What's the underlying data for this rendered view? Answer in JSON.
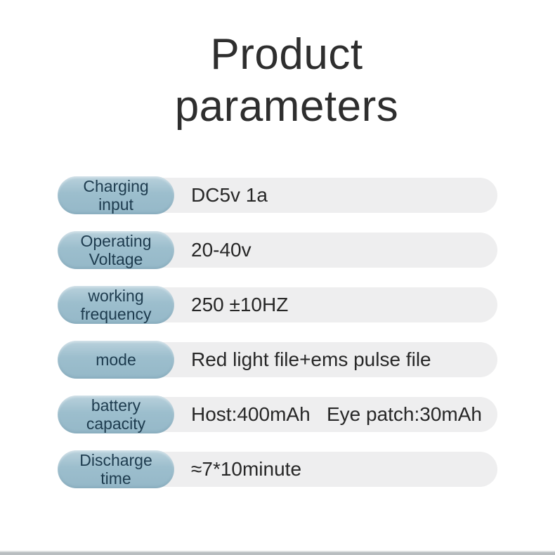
{
  "page": {
    "title_line1": "Product",
    "title_line2": "parameters"
  },
  "colors": {
    "pill_blue": "#9cbecd",
    "pill_text": "#1d3b4e",
    "track_gray": "#eeeeef",
    "value_text": "#272727",
    "title_text": "#2e2e2e",
    "bottom_line": "#b8bdc0"
  },
  "parameters": [
    {
      "label": "Charging\ninput",
      "value": "DC5v 1a"
    },
    {
      "label": "Operating\nVoltage",
      "value": "20-40v"
    },
    {
      "label": "working\nfrequency",
      "value": "250 ±10HZ"
    },
    {
      "label": "mode",
      "value": "Red light file+ems pulse file"
    },
    {
      "label": "battery\ncapacity",
      "value": "Host:400mAh   Eye patch:30mAh"
    },
    {
      "label": "Discharge\ntime",
      "value": "≈7*10minute"
    }
  ]
}
